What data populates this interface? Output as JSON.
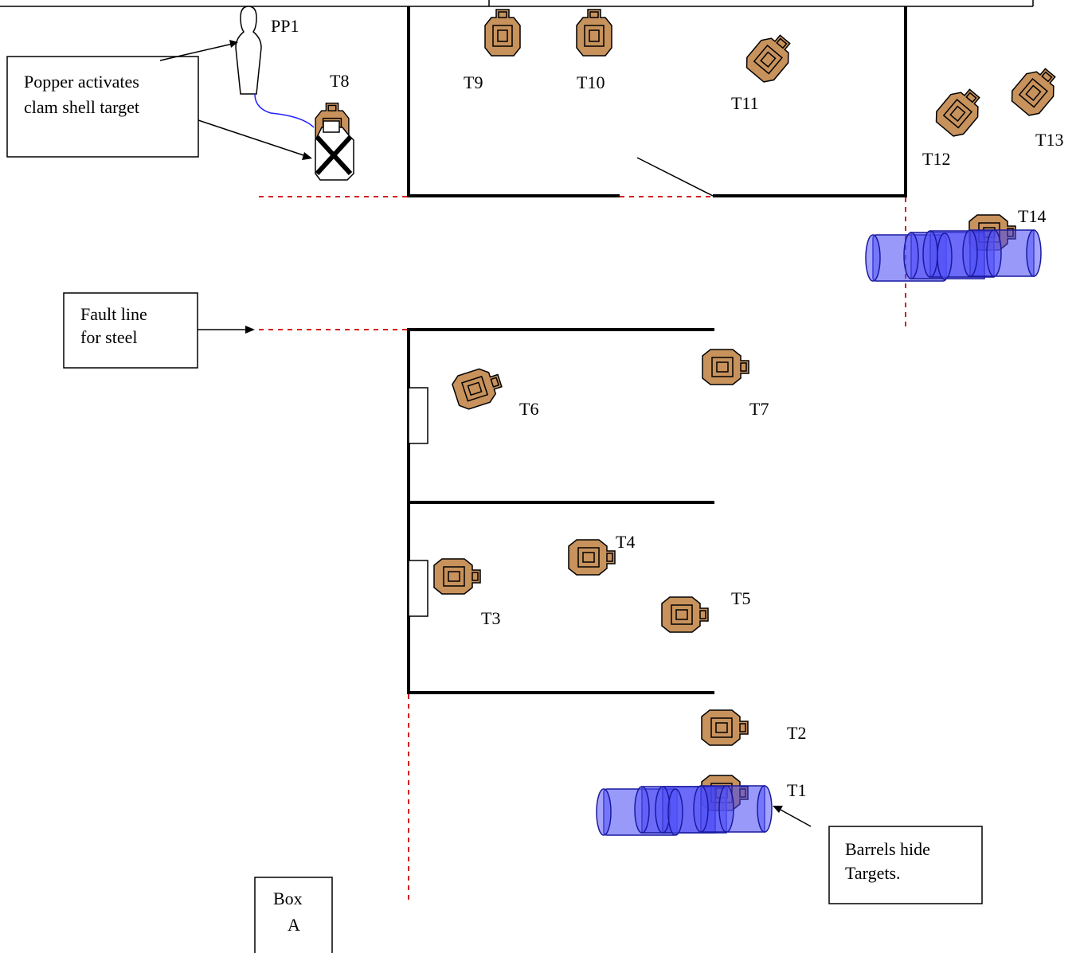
{
  "colors": {
    "target": "#c8925c",
    "barrel": "#4646f5",
    "fault_line": "#d42020",
    "wire": "#2020ff",
    "wall": "#000000"
  },
  "popper": {
    "label": "PP1"
  },
  "clam_shell": {
    "label": "T8"
  },
  "targets": [
    {
      "id": "T1"
    },
    {
      "id": "T2"
    },
    {
      "id": "T3"
    },
    {
      "id": "T4"
    },
    {
      "id": "T5"
    },
    {
      "id": "T6"
    },
    {
      "id": "T7"
    },
    {
      "id": "T9"
    },
    {
      "id": "T10"
    },
    {
      "id": "T11"
    },
    {
      "id": "T12"
    },
    {
      "id": "T13"
    },
    {
      "id": "T14"
    }
  ],
  "callouts": {
    "popper": {
      "line1": "Popper activates",
      "line2": "clam shell target"
    },
    "fault": {
      "line1": "Fault line",
      "line2": "for steel"
    },
    "barrels": {
      "line1": "Barrels hide",
      "line2": "Targets."
    },
    "box_a": {
      "line1": "Box",
      "line2": "A"
    }
  }
}
